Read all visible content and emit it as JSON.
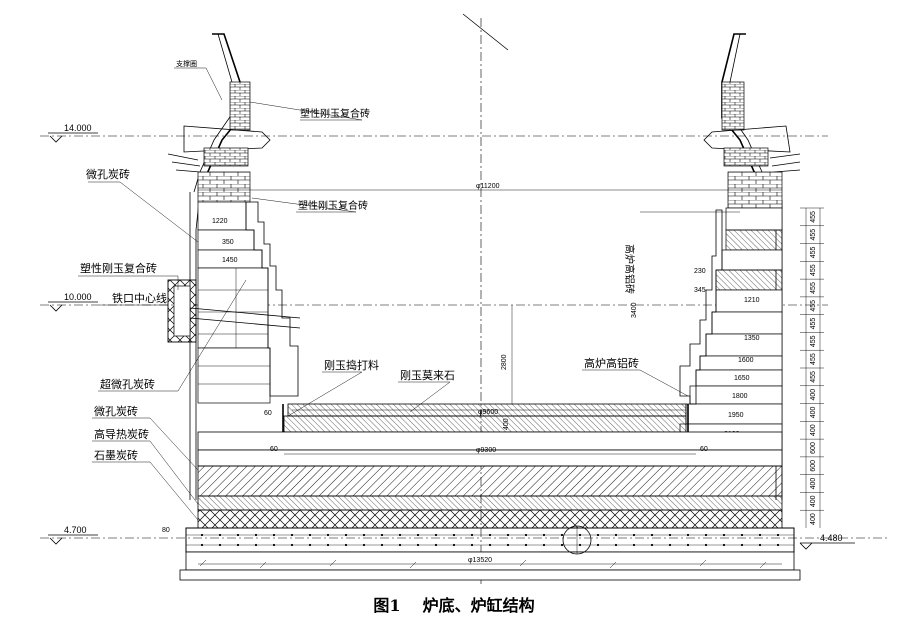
{
  "figure": {
    "caption_number": "图1",
    "caption_title": "炉底、炉缸结构"
  },
  "labels": {
    "bfw_left": "微孔炭砖",
    "corundum_composite_left": "塑性刚玉复合砖",
    "tap_centerline": "铁口中心线",
    "super_micropore": "超微孔炭砖",
    "micropore": "微孔炭砖",
    "high_conductivity": "高导热炭砖",
    "graphite": "石墨炭砖",
    "corundum_ramming": "刚玉捣打料",
    "corundum_mullite": "刚玉莫来石",
    "high_alumina": "高炉高铝砖",
    "corundum_composite_top": "塑性刚玉复合砖",
    "corundum_composite_mid": "塑性刚玉复合砖",
    "ring_note": "支撑圈",
    "right_vertical": "高炉高铝砖"
  },
  "elevations": {
    "top": "14.000",
    "tap": "10.000",
    "bottom_left": "4.700",
    "bottom_right": "4.480"
  },
  "dimensions": {
    "hearth_dia": "φ11200",
    "bottom_dia": "φ13520",
    "lower_dia": "φ9300",
    "pad_dia": "φ9600",
    "height_2800": "2800",
    "left_1220": "1220",
    "left_350": "350",
    "left_1450": "1450",
    "left_60a": "60",
    "left_60b": "60",
    "right_60": "60",
    "left_80": "80",
    "right_230": "230",
    "right_345": "345",
    "right_steps": [
      "1210",
      "1350",
      "1600",
      "1650",
      "1800",
      "1950",
      "2100"
    ],
    "right_heights": [
      "455",
      "455",
      "455",
      "455",
      "455",
      "455",
      "455",
      "455",
      "455",
      "455",
      "400",
      "400",
      "400",
      "600",
      "600",
      "400",
      "400",
      "400"
    ],
    "dim_400": "400",
    "dim_3400": "3400"
  }
}
